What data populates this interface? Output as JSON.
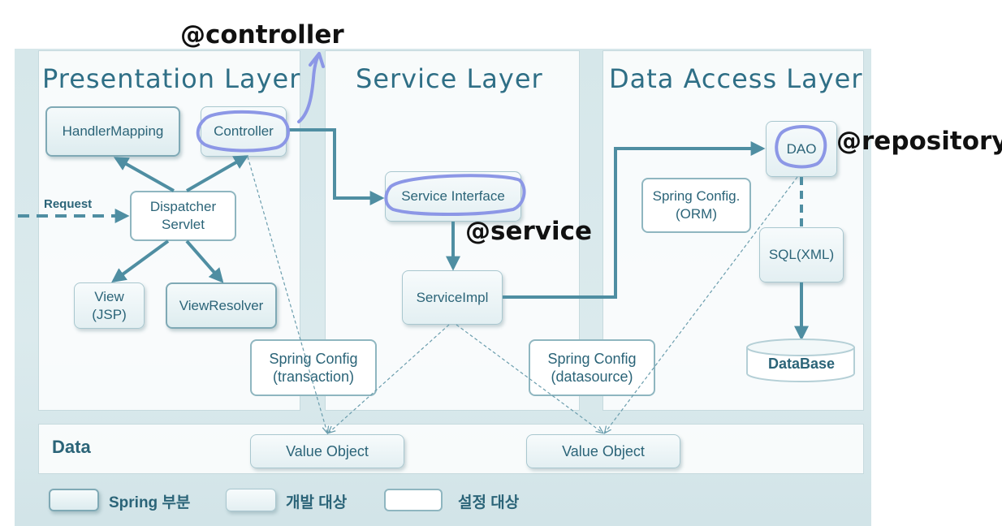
{
  "layers": {
    "presentation": "Presentation Layer",
    "service": "Service Layer",
    "data_access": "Data Access Layer"
  },
  "components": {
    "handler_mapping": "HandlerMapping",
    "controller": "Controller",
    "dispatcher_line1": "Dispatcher",
    "dispatcher_line2": "Servlet",
    "view_line1": "View",
    "view_line2": "(JSP)",
    "view_resolver": "ViewResolver",
    "service_interface": "Service Interface",
    "service_impl": "ServiceImpl",
    "spring_config_orm_line1": "Spring Config.",
    "spring_config_orm_line2": "(ORM)",
    "dao": "DAO",
    "sql_xml": "SQL(XML)",
    "database": "DataBase",
    "spring_config_tx_line1": "Spring Config",
    "spring_config_tx_line2": "(transaction)",
    "spring_config_ds_line1": "Spring Config",
    "spring_config_ds_line2": "(datasource)",
    "value_object_1": "Value Object",
    "value_object_2": "Value Object"
  },
  "request_label": "Request",
  "data_label": "Data",
  "annotations": {
    "controller": "@controller",
    "service": "@service",
    "repository": "@repository"
  },
  "legend": {
    "spring_part": "Spring 부분",
    "dev_target": "개발 대상",
    "config_target": "설정 대상"
  },
  "colors": {
    "arrow": "#4f8ea2",
    "highlight": "#8c97e6",
    "title": "#2f6f86"
  }
}
